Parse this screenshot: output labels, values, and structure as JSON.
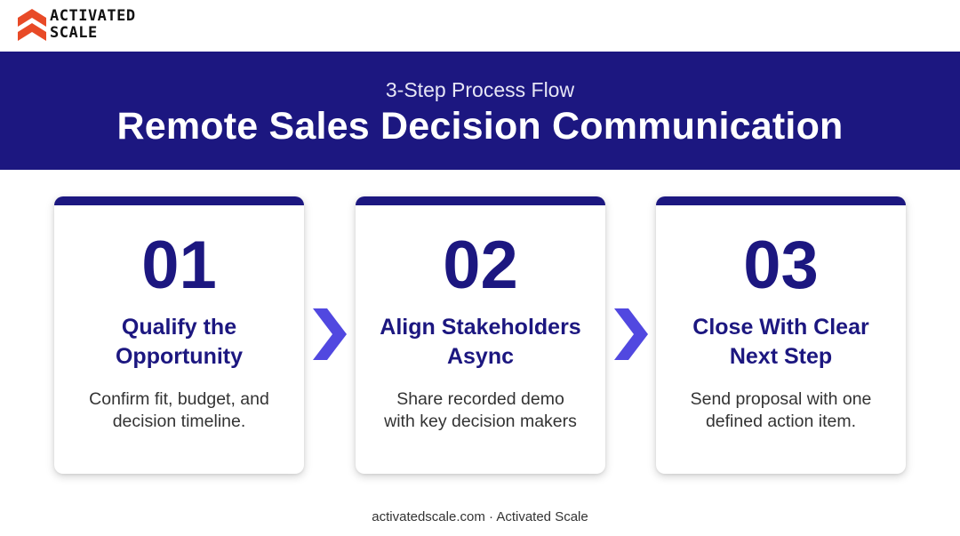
{
  "brand": {
    "line1": "ACTIVATED",
    "line2": "SCALE",
    "logo_icon": "double-chevron-up-icon",
    "logo_color": "#e84a27"
  },
  "header": {
    "subtitle": "3-Step Process Flow",
    "title": "Remote Sales Decision Communication",
    "background": "#1c1780"
  },
  "steps": [
    {
      "number": "01",
      "heading_line1": "Qualify the",
      "heading_line2": "Opportunity",
      "desc_line1": "Confirm fit, budget, and",
      "desc_line2": "decision timeline."
    },
    {
      "number": "02",
      "heading_line1": "Align Stakeholders",
      "heading_line2": "Async",
      "desc_line1": "Share recorded demo",
      "desc_line2": "with key decision makers"
    },
    {
      "number": "03",
      "heading_line1": "Close With Clear",
      "heading_line2": "Next Step",
      "desc_line1": "Send proposal with one",
      "desc_line2": "defined action item."
    }
  ],
  "connector_icon": "chevron-right-icon",
  "connector_color": "#5148e0",
  "footer": {
    "text": "activatedscale.com · Activated Scale"
  }
}
